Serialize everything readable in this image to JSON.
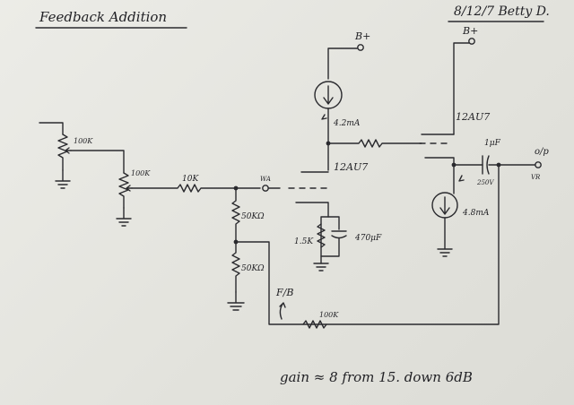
{
  "header": {
    "title": "Feedback Addition",
    "date_author": "8/12/7 Betty D."
  },
  "colors": {
    "ink": "#2a2a2e",
    "paper": "#e6e6e1"
  },
  "labels": {
    "bplus_left": "B+",
    "bplus_right": "B+",
    "pot_top": "100K",
    "pot_second": "100K",
    "series_resistor": "10K",
    "wa_node": "WA",
    "divider_top": "50KΩ",
    "divider_bottom": "50KΩ",
    "current_source_1": "4.2mA",
    "current_source_2": "4.8mA",
    "tube_top": "12AU7",
    "tube_bottom": "12AU7",
    "cathode_resistor": "1.5K",
    "cathode_cap": "470μF",
    "coupling_cap": "1μF",
    "coupling_cap_voltage": "250V",
    "output_label": "o/p",
    "output_node": "VR",
    "feedback_label": "F/B",
    "feedback_resistor": "100K"
  },
  "note": "gain ≈ 8   from 15.  down 6dB"
}
